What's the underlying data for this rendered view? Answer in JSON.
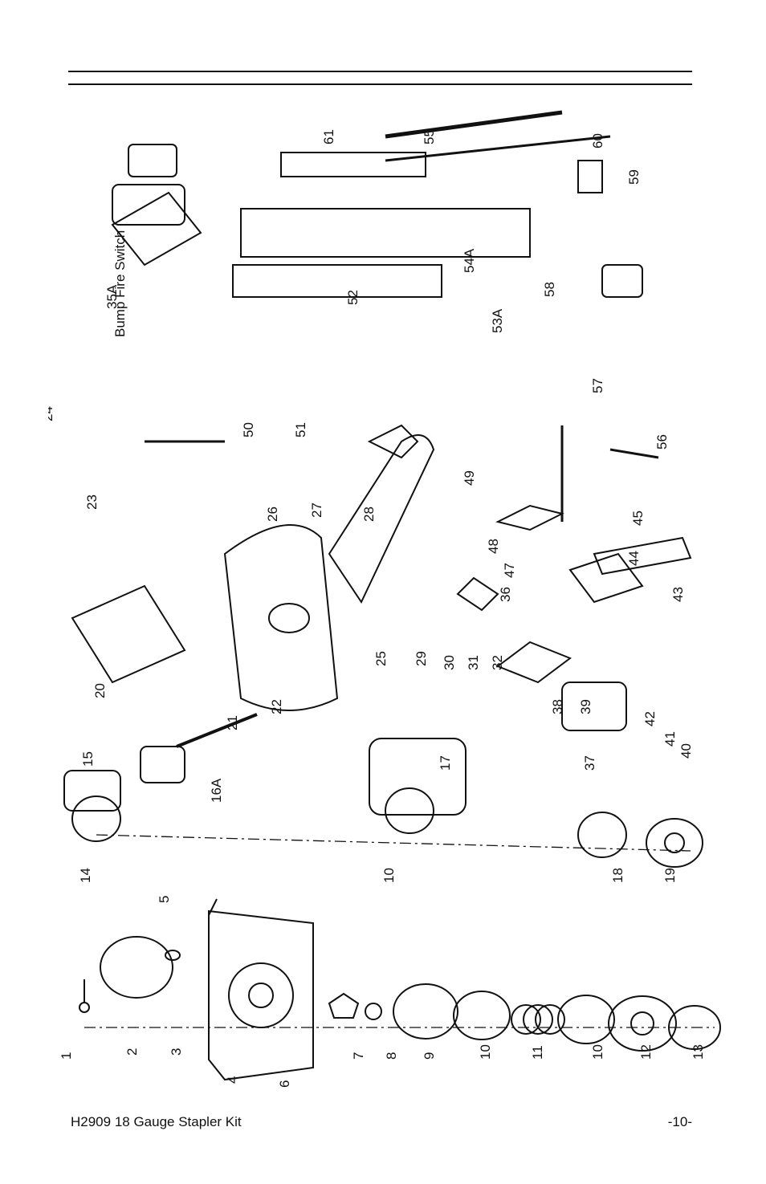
{
  "diagram": {
    "callouts": [
      "1",
      "2",
      "3",
      "4",
      "5",
      "6",
      "7",
      "8",
      "9",
      "10",
      "11",
      "12",
      "13",
      "14",
      "15",
      "16A",
      "17",
      "18",
      "19",
      "20",
      "21",
      "22",
      "23",
      "24",
      "25",
      "26",
      "27",
      "28",
      "29",
      "30",
      "31",
      "32",
      "35A",
      "36",
      "37",
      "38",
      "39",
      "40",
      "41",
      "42",
      "43",
      "44",
      "45",
      "47",
      "48",
      "49",
      "50",
      "51",
      "52",
      "53A",
      "54A",
      "55",
      "56",
      "57",
      "58",
      "59",
      "60",
      "61"
    ],
    "switch_label": "Bump Fire Switch"
  },
  "footer": {
    "title": "H2909 18 Gauge Stapler Kit",
    "page": "-10-"
  }
}
